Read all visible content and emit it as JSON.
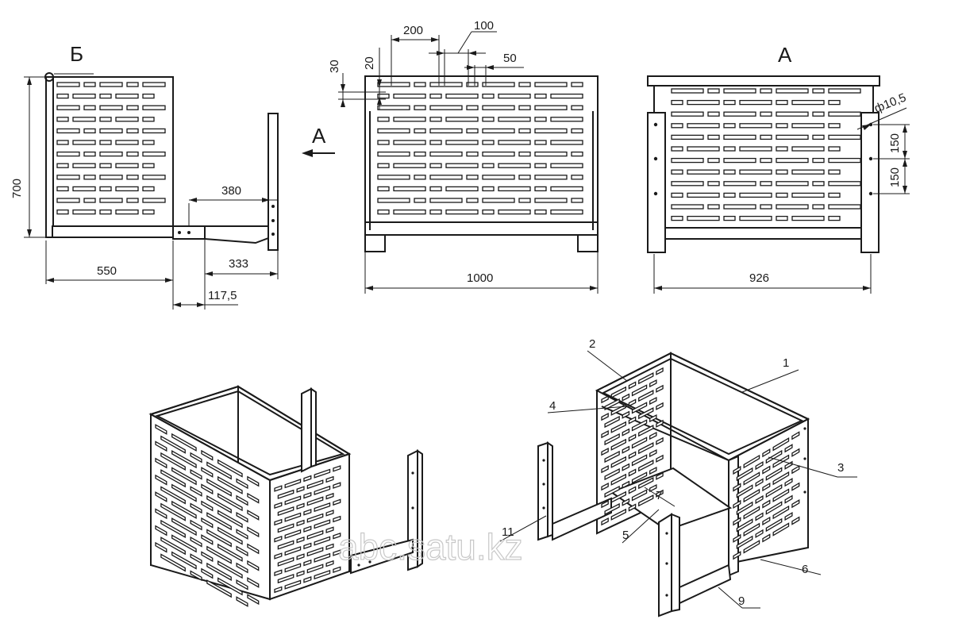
{
  "view_labels": {
    "view_b": "Б",
    "view_a_arrow": "A",
    "view_a": "A"
  },
  "side_view": {
    "height": "700",
    "width": "550",
    "bracket_length": "380",
    "bracket_inner": "333",
    "bracket_offset": "117,5"
  },
  "front_view": {
    "width": "1000",
    "slot_long": "200",
    "slot_short": "100",
    "gap": "50",
    "top_offset": "30",
    "slot_height": "20"
  },
  "rear_view": {
    "width": "926",
    "hole_diameter": "ф10,5",
    "hole_pitch_1": "150",
    "hole_pitch_2": "150"
  },
  "part_numbers": [
    "1",
    "2",
    "3",
    "4",
    "5",
    "6",
    "7",
    "9",
    "11"
  ],
  "watermark": "abc.satu.kz"
}
